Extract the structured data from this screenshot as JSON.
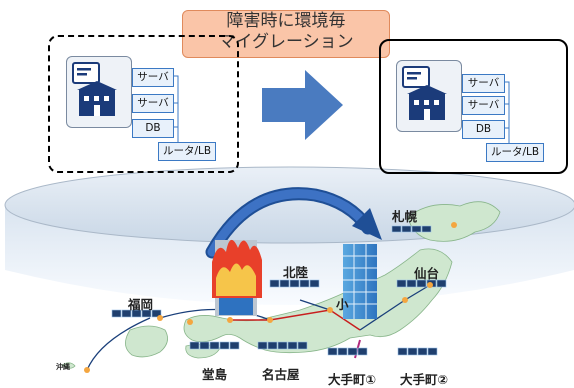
{
  "banner": {
    "line1": "障害時に環境毎",
    "line2": "マイグレーション"
  },
  "environment_a": {
    "server1": "サーバ",
    "server2": "サーバ",
    "db": "DB",
    "router": "ルータ/LB"
  },
  "environment_b": {
    "server1": "サーバ",
    "server2": "サーバ",
    "db": "DB",
    "router": "ルータ/LB"
  },
  "regions": {
    "sapporo": "札幌",
    "hokuriku": "北陸",
    "sendai": "仙台",
    "fukuoka": "福岡",
    "dojima": "堂島",
    "nagoya": "名古屋",
    "otemachi1": "大手町①",
    "otemachi2": "大手町②",
    "okinawa": "沖縄",
    "small": "小"
  },
  "colors": {
    "banner_fill": "#fac5a8",
    "server_fill": "#e8f1fb",
    "arrow": "#4a7bc0",
    "cloud": "#dbe6f1",
    "fire": "#e8402a"
  }
}
